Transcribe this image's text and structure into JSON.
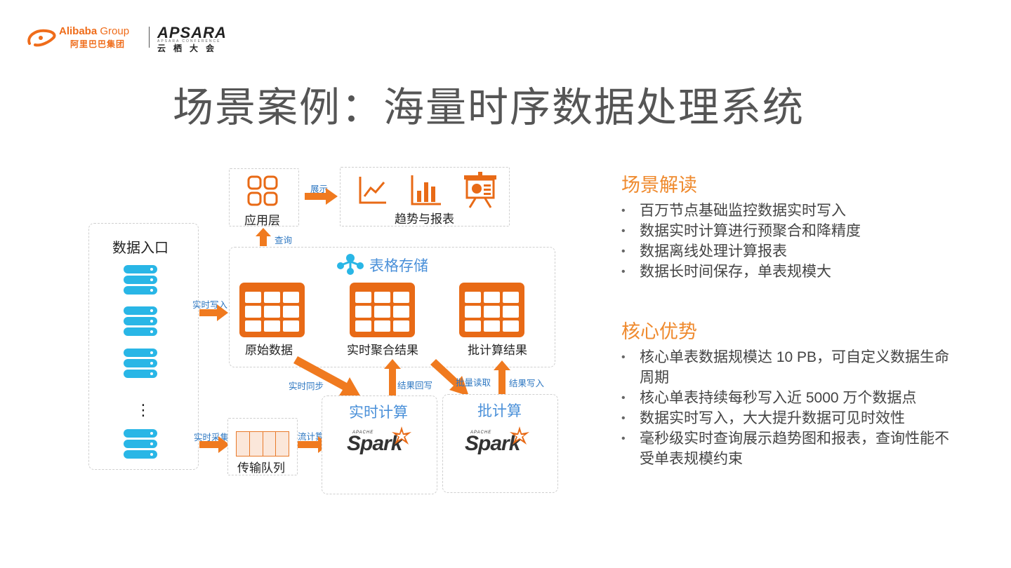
{
  "header": {
    "alibaba_word": "Alibaba",
    "alibaba_group": "Group",
    "alibaba_cn": "阿里巴巴集团",
    "apsara_word": "APSARA",
    "apsara_sub": "APSARA CONFERENCE",
    "apsara_cn": "云栖大会"
  },
  "title": "场景案例：海量时序数据处理系统",
  "diagram": {
    "data_entry": "数据入口",
    "ellipsis": "⋮",
    "app_layer": "应用层",
    "display_label": "展示",
    "trend_report": "趋势与报表",
    "query_label": "查询",
    "table_store": "表格存储",
    "realtime_write": "实时写入",
    "raw_data": "原始数据",
    "realtime_agg": "实时聚合结果",
    "batch_result": "批计算结果",
    "realtime_sync": "实时同步",
    "result_writeback": "结果回写",
    "batch_read": "批量读取",
    "result_write": "结果写入",
    "realtime_collect": "实时采集",
    "stream_compute": "流计算",
    "queue": "传输队列",
    "realtime_compute": "实时计算",
    "batch_compute": "批计算",
    "spark_apache": "APACHE",
    "spark_word": "Spark"
  },
  "right": {
    "scene_title": "场景解读",
    "scene_items": [
      "百万节点基础监控数据实时写入",
      "数据实时计算进行预聚合和降精度",
      "数据离线处理计算报表",
      "数据长时间保存，单表规模大"
    ],
    "adv_title": "核心优势",
    "adv_items": [
      "核心单表数据规模达 10 PB，可自定义数据生命周期",
      "核心单表持续每秒写入近 5000 万个数据点",
      "数据实时写入，大大提升数据可见时效性",
      "毫秒级实时查询展示趋势图和报表，查询性能不受单表规模约束"
    ]
  },
  "colors": {
    "orange": "#e86a16",
    "blue": "#2f78c2",
    "cyan": "#29b6e6"
  },
  "icons": [
    "apps-grid-icon",
    "line-chart-icon",
    "bar-chart-icon",
    "presentation-icon",
    "table-store-icon",
    "server-icon",
    "table-icon",
    "spark-logo"
  ]
}
